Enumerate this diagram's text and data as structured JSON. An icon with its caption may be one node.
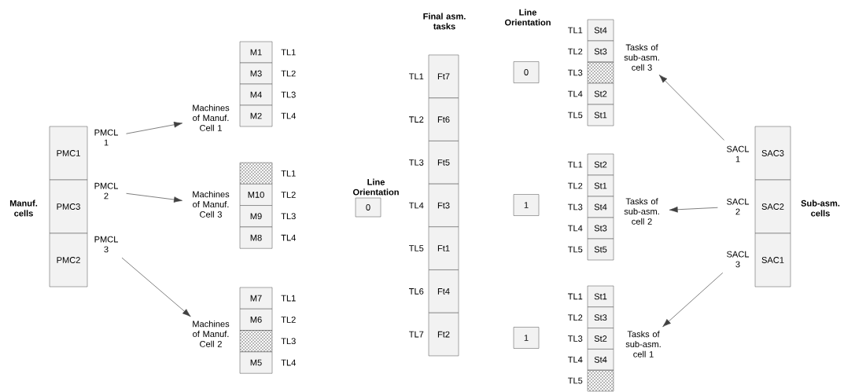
{
  "diagram": {
    "nodes": [
      {
        "text": [
          "PMC1"
        ]
      },
      {
        "text": [
          "PMC3"
        ]
      },
      {
        "text": [
          "PMC2"
        ]
      },
      {
        "text": [
          "PMCL 1"
        ]
      },
      {
        "text": [
          "PMCL 2"
        ]
      },
      {
        "text": [
          "PMCL 3"
        ]
      },
      {
        "text": [
          "Machines of Manuf. Cell 1"
        ]
      },
      {
        "text": [
          "Machines of Manuf. Cell 3"
        ]
      },
      {
        "text": [
          "Machines of Manuf. Cell 2"
        ]
      },
      {
        "text": [
          "M1"
        ],
        "beside": [
          "TL1"
        ]
      },
      {
        "text": [
          "M3"
        ],
        "beside": [
          "TL2"
        ]
      },
      {
        "text": [
          "M4"
        ],
        "beside": [
          "TL3"
        ]
      },
      {
        "text": [
          "M2"
        ],
        "beside": [
          "TL4"
        ]
      },
      {
        "text": [],
        "shape": "box",
        "beside": [
          "TL1"
        ]
      },
      {
        "text": [
          "M10"
        ],
        "beside": [
          "TL2"
        ]
      },
      {
        "text": [
          "M9"
        ],
        "beside": [
          "TL3"
        ]
      },
      {
        "text": [
          "M8"
        ],
        "beside": [
          "TL4"
        ]
      },
      {
        "text": [
          "M7"
        ],
        "beside": [
          "TL1"
        ]
      },
      {
        "text": [
          "M6"
        ],
        "beside": [
          "TL2"
        ]
      },
      {
        "text": [],
        "shape": "box",
        "beside": [
          "TL3"
        ]
      },
      {
        "text": [
          "M5"
        ],
        "beside": [
          "TL4"
        ]
      },
      {
        "text": [
          "0"
        ]
      },
      {
        "text": [
          "Ft7"
        ],
        "beside": [
          "TL1"
        ]
      },
      {
        "text": [
          "Ft6"
        ],
        "beside": [
          "TL2"
        ]
      },
      {
        "text": [
          "Ft5"
        ],
        "beside": [
          "TL3"
        ]
      },
      {
        "text": [
          "Ft3"
        ],
        "beside": [
          "TL4"
        ]
      },
      {
        "text": [
          "Ft1"
        ],
        "beside": [
          "TL5"
        ]
      },
      {
        "text": [
          "Ft4"
        ],
        "beside": [
          "TL6"
        ]
      },
      {
        "text": [
          "Ft2"
        ],
        "beside": [
          "TL7"
        ]
      },
      {
        "text": [
          "0"
        ]
      },
      {
        "text": [
          "1"
        ]
      },
      {
        "text": [
          "1"
        ]
      },
      {
        "text": [
          "St4"
        ],
        "beside": [
          "TL1"
        ]
      },
      {
        "text": [
          "St3"
        ],
        "beside": [
          "TL2"
        ]
      },
      {
        "text": [],
        "shape": "box",
        "beside": [
          "TL3"
        ]
      },
      {
        "text": [
          "St2"
        ],
        "beside": [
          "TL4"
        ]
      },
      {
        "text": [
          "St1"
        ],
        "beside": [
          "TL5"
        ]
      },
      {
        "text": [
          "St2"
        ],
        "beside": [
          "TL1"
        ]
      },
      {
        "text": [
          "St1"
        ],
        "beside": [
          "TL2"
        ]
      },
      {
        "text": [
          "St4"
        ],
        "beside": [
          "TL3"
        ]
      },
      {
        "text": [
          "St3"
        ],
        "beside": [
          "TL4"
        ]
      },
      {
        "text": [
          "St5"
        ],
        "beside": [
          "TL5"
        ]
      },
      {
        "text": [
          "St1"
        ],
        "beside": [
          "TL1"
        ]
      },
      {
        "text": [
          "St3"
        ],
        "beside": [
          "TL2"
        ]
      },
      {
        "text": [
          "St2"
        ],
        "beside": [
          "TL3"
        ]
      },
      {
        "text": [
          "St4"
        ],
        "beside": [
          "TL4"
        ]
      },
      {
        "text": [],
        "shape": "box",
        "beside": [
          "TL5"
        ]
      },
      {
        "text": [
          "Tasks of sub-asm. cell 3"
        ]
      },
      {
        "text": [
          "Tasks of sub-asm. cell 2"
        ]
      },
      {
        "text": [
          "Tasks of sub-asm. cell 1"
        ]
      },
      {
        "text": [
          "SACL 1"
        ]
      },
      {
        "text": [
          "SACL 2"
        ]
      },
      {
        "text": [
          "SACL 3"
        ]
      },
      {
        "text": [
          "SAC3"
        ]
      },
      {
        "text": [
          "SAC2"
        ]
      },
      {
        "text": [
          "SAC1"
        ]
      }
    ],
    "edges": [
      {
        "from": 3,
        "to": 6,
        "arrow": "to"
      },
      {
        "from": 4,
        "to": 7,
        "arrow": "to"
      },
      {
        "from": 5,
        "to": 8,
        "arrow": "to"
      },
      {
        "from": 50,
        "to": 47,
        "arrow": "to"
      },
      {
        "from": 51,
        "to": 48,
        "arrow": "to"
      },
      {
        "from": 52,
        "to": 49,
        "arrow": "to"
      }
    ],
    "labels": [
      "Final asm. tasks",
      "Line Orientation",
      "Manuf. cells",
      "Line Orientation",
      "Sub-asm. cells"
    ]
  }
}
